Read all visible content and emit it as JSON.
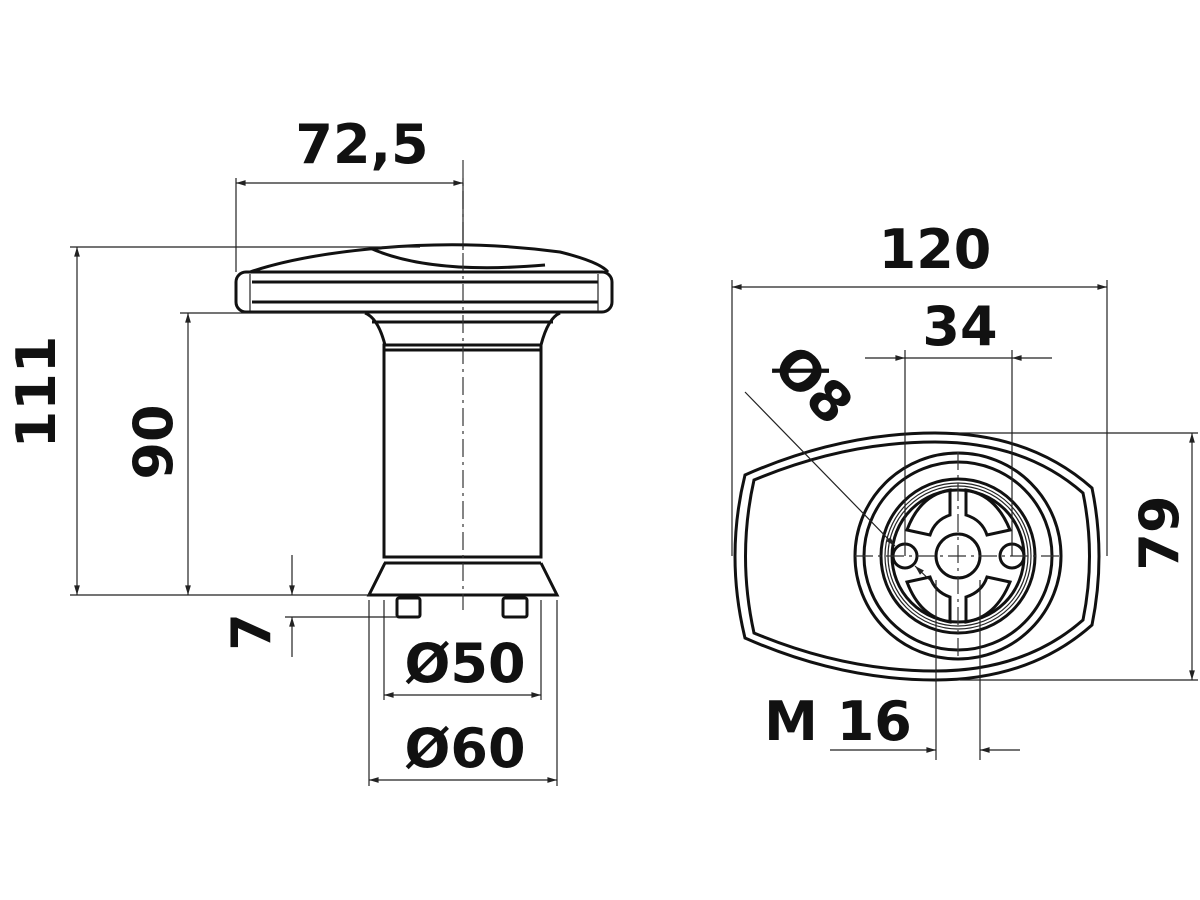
{
  "drawing": {
    "side_view": {
      "dims": {
        "cap_radius": "72,5",
        "total_height": "111",
        "column_height": "90",
        "stud_height": "7",
        "column_diameter": "Ø50",
        "base_diameter": "Ø60"
      }
    },
    "top_view": {
      "dims": {
        "length": "120",
        "hole_spacing": "34",
        "hole_diameter": "Ø8",
        "width": "79",
        "thread": "M 16"
      }
    },
    "colors": {
      "line": "#111111",
      "background": "#ffffff"
    }
  }
}
